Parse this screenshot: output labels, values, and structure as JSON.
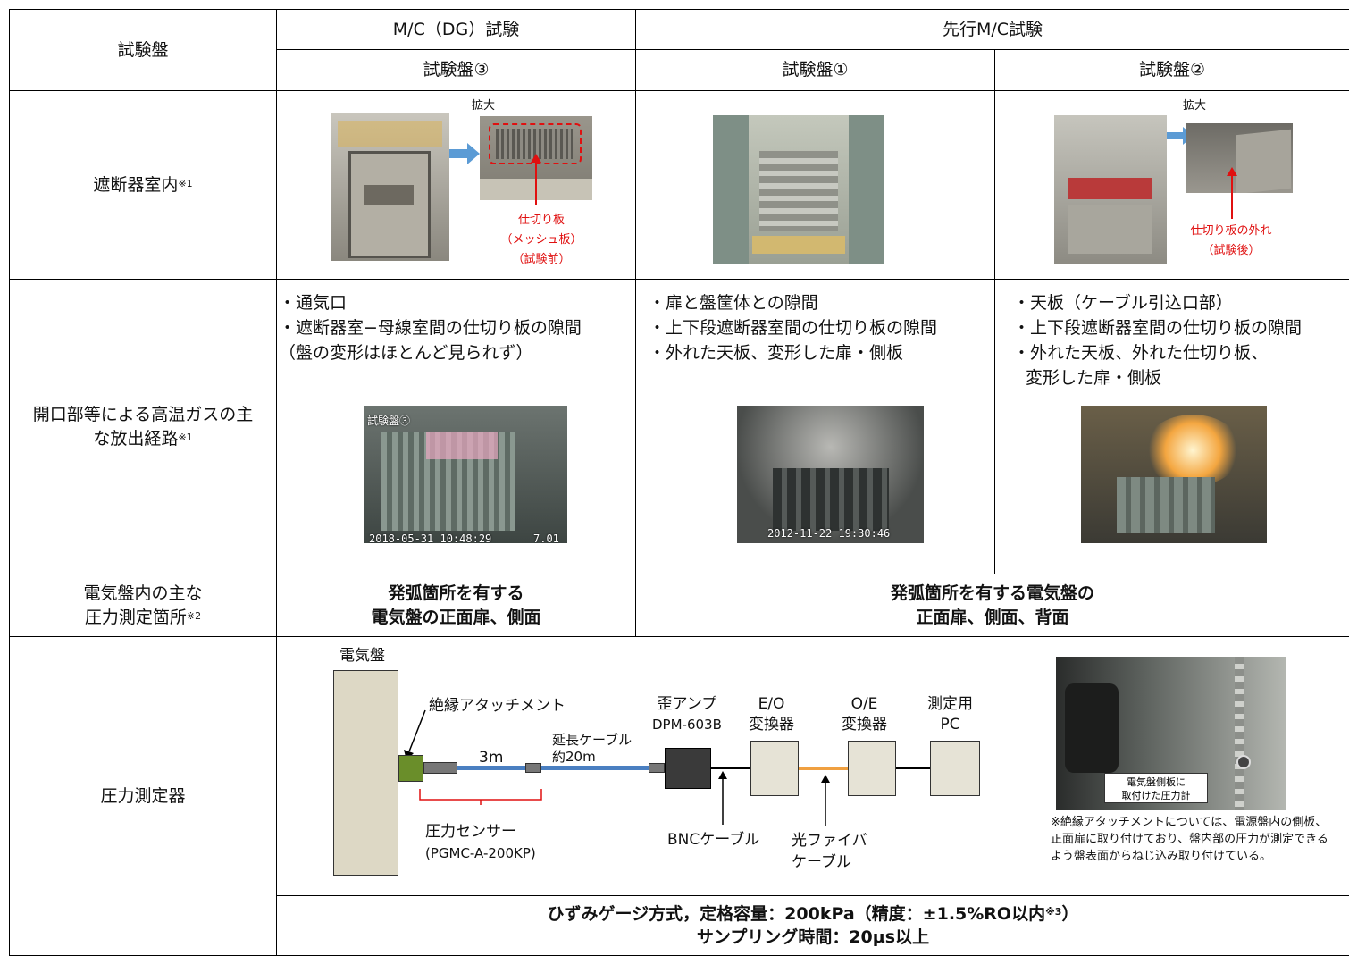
{
  "header": {
    "col_test_panel": "試験盤",
    "group_mc_dg": "M/C（DG）試験",
    "group_advance": "先行M/C試験",
    "panel3": "試験盤③",
    "panel1": "試験盤①",
    "panel2": "試験盤②"
  },
  "rows": {
    "breaker_room": {
      "label": "遮断器室内",
      "note": "※1"
    },
    "release_path": {
      "label_line1": "開口部等による高温ガスの主",
      "label_line2": "な放出経路",
      "note": "※1"
    },
    "pressure_points": {
      "label_line1": "電気盤内の主な",
      "label_line2": "圧力測定箇所",
      "note": "※2"
    },
    "pressure_meter": {
      "label": "圧力測定器"
    }
  },
  "breaker": {
    "p3_enlarge": "拡大",
    "p3_caption1": "仕切り板",
    "p3_caption2": "（メッシュ板）",
    "p3_caption3": "（試験前）",
    "p2_enlarge": "拡大",
    "p2_caption1": "仕切り板の外れ",
    "p2_caption2": "（試験後）"
  },
  "release": {
    "p3": [
      "・通気口",
      "・遮断器室−母線室間の仕切り板の隙間",
      "（盤の変形はほとんど見られず）"
    ],
    "p1": [
      "・扉と盤筐体との隙間",
      "・上下段遮断器室間の仕切り板の隙間",
      "・外れた天板、変形した扉・側板"
    ],
    "p2": [
      "・天板（ケーブル引込口部）",
      "・上下段遮断器室間の仕切り板の隙間",
      "・外れた天板、外れた仕切り板、",
      "変形した扉・側板"
    ],
    "p3_timestamp": "2018-05-31  10:48:29",
    "p3_timestamp_right": "7.01",
    "p3_overlay_top": "試験盤③",
    "p1_timestamp": "2012-11-22  19:30:46"
  },
  "points": {
    "p3_line1": "発弧箇所を有する",
    "p3_line2": "電気盤の正面扉、側面",
    "adv_line1": "発弧箇所を有する電気盤の",
    "adv_line2": "正面扉、側面、背面"
  },
  "diagram": {
    "panel_label": "電気盤",
    "attachment": "絶縁アタッチメント",
    "length_3m": "3m",
    "ext_cable_line1": "延長ケーブル",
    "ext_cable_line2": "約20m",
    "sensor_line1": "圧力センサー",
    "sensor_line2": "(PGMC-A-200KP)",
    "amp_line1": "歪アンプ",
    "amp_line2": "DPM-603B",
    "eo_line1": "E/O",
    "eo_line2": "変換器",
    "oe_line1": "O/E",
    "oe_line2": "変換器",
    "pc_line1": "測定用",
    "pc_line2": "PC",
    "bnc": "BNCケーブル",
    "fiber_line1": "光ファイバ",
    "fiber_line2": "ケーブル",
    "photo_label_line1": "電気盤側板に",
    "photo_label_line2": "取付けた圧力計",
    "note": "※絶縁アタッチメントについては、電源盤内の側板、正面扉に取り付けており、盤内部の圧力が測定できるよう盤表面からねじ込み取り付けている。"
  },
  "spec": {
    "line1": "ひずみゲージ方式，定格容量：200kPa（精度：±1.5%RO以内",
    "line1_note": "※3",
    "line1_end": "）",
    "line2": "サンプリング時間：20μs以上"
  },
  "colors": {
    "red_annotation": "#e01010",
    "arrow_blue": "#5b9bd5",
    "cable_blue": "#4a7fc1",
    "attachment_green": "#6a8e2a",
    "fiber_orange": "#f0a040",
    "panel_beige": "#ddd8c5",
    "converter_fill": "#e6e3d6"
  }
}
